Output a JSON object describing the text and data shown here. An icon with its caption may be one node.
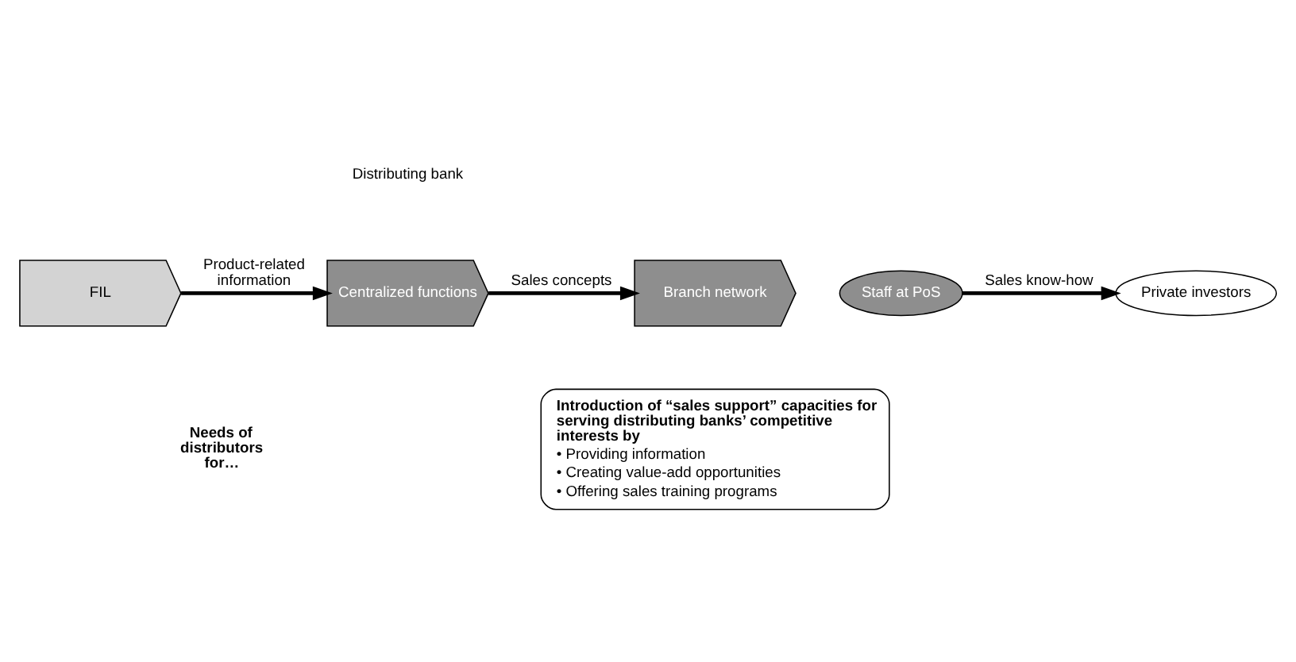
{
  "diagram": {
    "nodes": [
      {
        "text": [
          "FIL"
        ]
      },
      {
        "text": [
          "Centralized functions"
        ]
      },
      {
        "text": [
          "Branch network"
        ]
      },
      {
        "text": [
          "Staff at PoS"
        ]
      },
      {
        "text": [
          "Private investors"
        ]
      },
      {
        "text": [
          "Introduction of “sales support” capacities for serving distributing banks’ competitive interests by",
          "• Providing information",
          "• Creating value-add opportunities",
          "• Offering sales training programs"
        ]
      }
    ],
    "edges": [
      {
        "from": 0,
        "to": 1,
        "arrow": "to",
        "label": "Product-related information"
      },
      {
        "from": 1,
        "to": 2,
        "arrow": "to",
        "label": "Sales concepts"
      },
      {
        "from": 3,
        "to": 4,
        "arrow": "to",
        "label": "Sales know-how"
      }
    ],
    "labels": [
      "Distributing bank",
      "Needs of distributors for…"
    ]
  }
}
